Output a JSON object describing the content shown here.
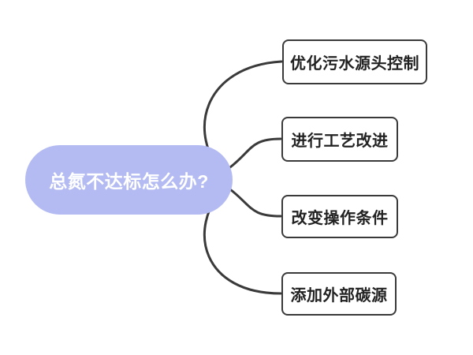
{
  "diagram": {
    "type": "mindmap",
    "background_color": "#ffffff",
    "root": {
      "label": "总氮不达标怎么办?",
      "fill_color": "#b4bbf2",
      "text_color": "#ffffff"
    },
    "children": [
      {
        "label": "优化污水源头控制"
      },
      {
        "label": "进行工艺改进"
      },
      {
        "label": "改变操作条件"
      },
      {
        "label": "添加外部碳源"
      }
    ],
    "branch_style": {
      "fill_color": "#ffffff",
      "border_color": "#3a3a3a",
      "text_color": "#222222"
    },
    "edge_color": "#3a3a3a"
  }
}
